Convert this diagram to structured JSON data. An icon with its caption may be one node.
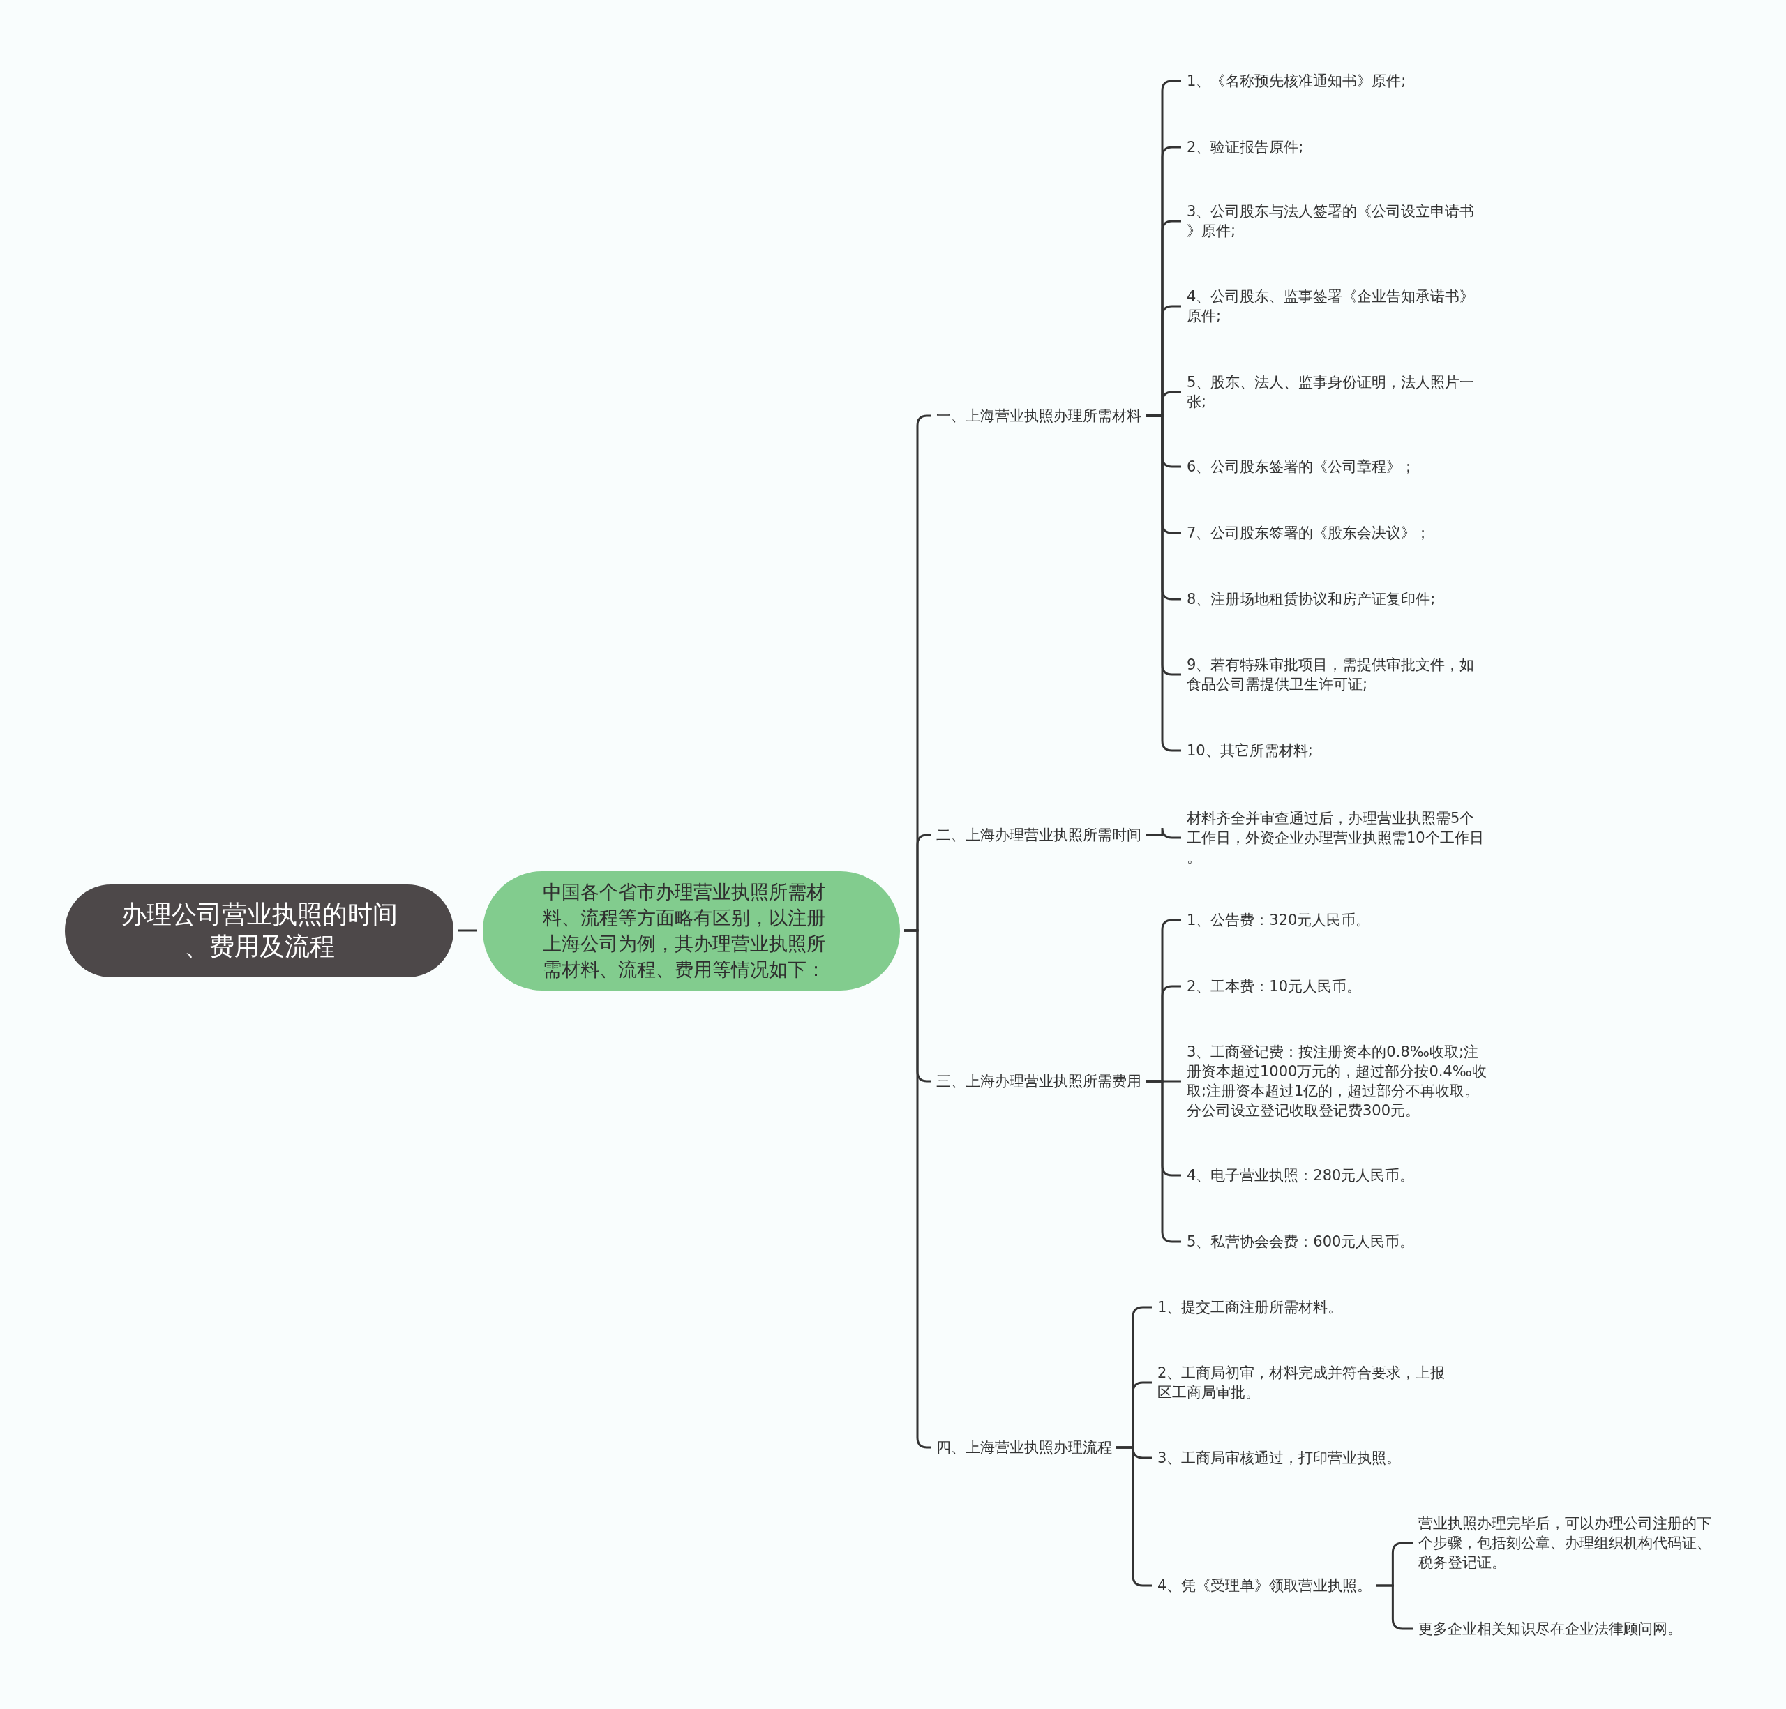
{
  "diagram": {
    "nodes": [
      {
        "text": [
          "办理公司营业执照的时间、费用及流程"
        ]
      },
      {
        "text": [
          "中国各个省市办理营业执照所需材料、流程等方面略有区别，以注册上海公司为例，其办理营业执照所需材料、流程、费用等情况如下："
        ]
      },
      {
        "text": [
          "一、上海营业执照办理所需材料"
        ]
      },
      {
        "text": [
          "1、《名称预先核准通知书》原件;"
        ]
      },
      {
        "text": [
          "2、验证报告原件;"
        ]
      },
      {
        "text": [
          "3、公司股东与法人签署的《公司设立申请书》原件;"
        ]
      },
      {
        "text": [
          "4、公司股东、监事签署《企业告知承诺书》原件;"
        ]
      },
      {
        "text": [
          "5、股东、法人、监事身份证明，法人照片一张;"
        ]
      },
      {
        "text": [
          "6、公司股东签署的《公司章程》；"
        ]
      },
      {
        "text": [
          "7、公司股东签署的《股东会决议》；"
        ]
      },
      {
        "text": [
          "8、注册场地租赁协议和房产证复印件;"
        ]
      },
      {
        "text": [
          "9、若有特殊审批项目，需提供审批文件，如食品公司需提供卫生许可证;"
        ]
      },
      {
        "text": [
          "10、其它所需材料;"
        ]
      },
      {
        "text": [
          "二、上海办理营业执照所需时间"
        ]
      },
      {
        "text": [
          "材料齐全并审查通过后，办理营业执照需5个工作日，外资企业办理营业执照需10个工作日。"
        ]
      },
      {
        "text": [
          "三、上海办理营业执照所需费用"
        ]
      },
      {
        "text": [
          "1、公告费：320元人民币。"
        ]
      },
      {
        "text": [
          "2、工本费：10元人民币。"
        ]
      },
      {
        "text": [
          "3、工商登记费：按注册资本的0.8‰收取;注册资本超过1000万元的，超过部分按0.4‰收取;注册资本超过1亿的，超过部分不再收取。分公司设立登记收取登记费300元。"
        ]
      },
      {
        "text": [
          "4、电子营业执照：280元人民币。"
        ]
      },
      {
        "text": [
          "5、私营协会会费：600元人民币。"
        ]
      },
      {
        "text": [
          "四、上海营业执照办理流程"
        ]
      },
      {
        "text": [
          "1、提交工商注册所需材料。"
        ]
      },
      {
        "text": [
          "2、工商局初审，材料完成并符合要求，上报区工商局审批。"
        ]
      },
      {
        "text": [
          "3、工商局审核通过，打印营业执照。"
        ]
      },
      {
        "text": [
          "4、凭《受理单》领取营业执照。"
        ]
      },
      {
        "text": [
          "营业执照办理完毕后，可以办理公司注册的下个步骤，包括刻公章、办理组织机构代码证、税务登记证。"
        ]
      },
      {
        "text": [
          "更多企业相关知识尽在企业法律顾问网。"
        ]
      }
    ],
    "edges": [
      {
        "from": 0,
        "to": 1,
        "arrow": "none"
      },
      {
        "from": 1,
        "to": 2,
        "arrow": "none"
      },
      {
        "from": 1,
        "to": 13,
        "arrow": "none"
      },
      {
        "from": 1,
        "to": 15,
        "arrow": "none"
      },
      {
        "from": 1,
        "to": 21,
        "arrow": "none"
      },
      {
        "from": 2,
        "to": 3,
        "arrow": "none"
      },
      {
        "from": 2,
        "to": 4,
        "arrow": "none"
      },
      {
        "from": 2,
        "to": 5,
        "arrow": "none"
      },
      {
        "from": 2,
        "to": 6,
        "arrow": "none"
      },
      {
        "from": 2,
        "to": 7,
        "arrow": "none"
      },
      {
        "from": 2,
        "to": 8,
        "arrow": "none"
      },
      {
        "from": 2,
        "to": 9,
        "arrow": "none"
      },
      {
        "from": 2,
        "to": 10,
        "arrow": "none"
      },
      {
        "from": 2,
        "to": 11,
        "arrow": "none"
      },
      {
        "from": 2,
        "to": 12,
        "arrow": "none"
      },
      {
        "from": 13,
        "to": 14,
        "arrow": "none"
      },
      {
        "from": 15,
        "to": 16,
        "arrow": "none"
      },
      {
        "from": 15,
        "to": 17,
        "arrow": "none"
      },
      {
        "from": 15,
        "to": 18,
        "arrow": "none"
      },
      {
        "from": 15,
        "to": 19,
        "arrow": "none"
      },
      {
        "from": 15,
        "to": 20,
        "arrow": "none"
      },
      {
        "from": 21,
        "to": 22,
        "arrow": "none"
      },
      {
        "from": 21,
        "to": 23,
        "arrow": "none"
      },
      {
        "from": 21,
        "to": 24,
        "arrow": "none"
      },
      {
        "from": 21,
        "to": 25,
        "arrow": "none"
      },
      {
        "from": 25,
        "to": 26,
        "arrow": "none"
      },
      {
        "from": 25,
        "to": 27,
        "arrow": "none"
      }
    ]
  }
}
